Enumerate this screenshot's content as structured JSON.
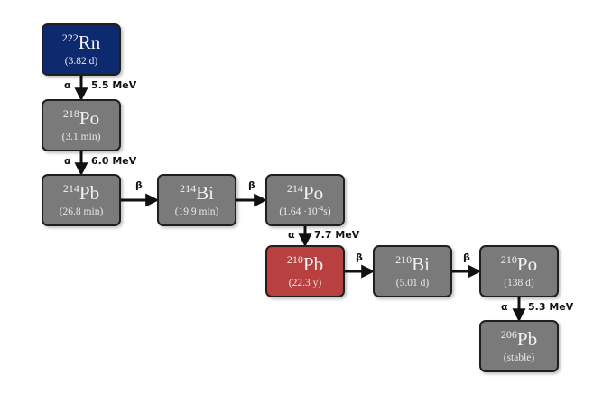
{
  "colors": {
    "start": "#0e2a6e",
    "highlight": "#b84040",
    "default": "#7a7a7a",
    "arrow": "#111111"
  },
  "nodes": [
    {
      "id": "rn222",
      "mass": "222",
      "element": "Rn",
      "half_life": "(3.82 d)",
      "color": "start"
    },
    {
      "id": "po218",
      "mass": "218",
      "element": "Po",
      "half_life": "(3.1 min)",
      "color": "default"
    },
    {
      "id": "pb214",
      "mass": "214",
      "element": "Pb",
      "half_life": "(26.8 min)",
      "color": "default"
    },
    {
      "id": "bi214",
      "mass": "214",
      "element": "Bi",
      "half_life": "(19.9 min)",
      "color": "default"
    },
    {
      "id": "po214",
      "mass": "214",
      "element": "Po",
      "half_life_base": "(1.64 ·10",
      "half_life_exp": "-4",
      "half_life_unit": "s)",
      "color": "default"
    },
    {
      "id": "pb210",
      "mass": "210",
      "element": "Pb",
      "half_life": "(22.3 y)",
      "color": "highlight"
    },
    {
      "id": "bi210",
      "mass": "210",
      "element": "Bi",
      "half_life": "(5.01 d)",
      "color": "default"
    },
    {
      "id": "po210",
      "mass": "210",
      "element": "Po",
      "half_life": "(138 d)",
      "color": "default"
    },
    {
      "id": "pb206",
      "mass": "206",
      "element": "Pb",
      "half_life": "(stable)",
      "color": "default"
    }
  ],
  "decays": [
    {
      "from": "rn222",
      "to": "po218",
      "mode": "α",
      "energy": "5.5 MeV"
    },
    {
      "from": "po218",
      "to": "pb214",
      "mode": "α",
      "energy": "6.0 MeV"
    },
    {
      "from": "pb214",
      "to": "bi214",
      "mode": "β",
      "energy": ""
    },
    {
      "from": "bi214",
      "to": "po214",
      "mode": "β",
      "energy": ""
    },
    {
      "from": "po214",
      "to": "pb210",
      "mode": "α",
      "energy": "7.7 MeV"
    },
    {
      "from": "pb210",
      "to": "bi210",
      "mode": "β",
      "energy": ""
    },
    {
      "from": "bi210",
      "to": "po210",
      "mode": "β",
      "energy": ""
    },
    {
      "from": "po210",
      "to": "pb206",
      "mode": "α",
      "energy": "5.3 MeV"
    }
  ]
}
